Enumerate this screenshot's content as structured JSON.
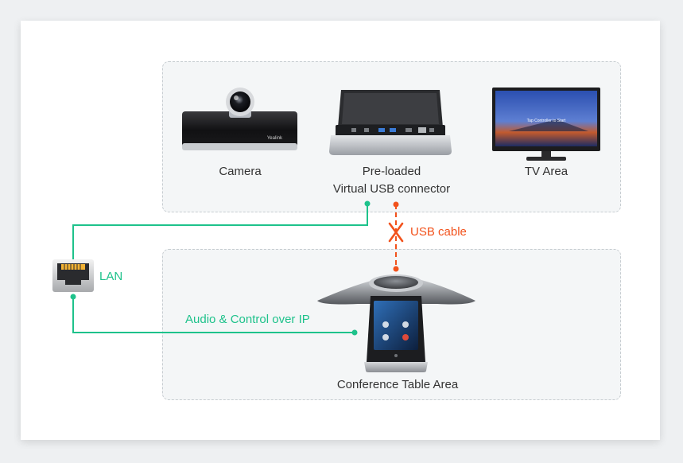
{
  "colors": {
    "lan_green": "#1ec28b",
    "usb_orange": "#f2521c",
    "zone_border": "#c7cdd1",
    "zone_fill": "#f4f6f7",
    "text": "#333333"
  },
  "room_zone": {
    "camera_label": "Camera",
    "connector_label_line1": "Pre-loaded",
    "connector_label_line2": "Virtual USB  connector",
    "tv_label": "TV Area",
    "camera_brand": "Yealink",
    "tv_screen_text": "Tap Controller to Start"
  },
  "table_zone": {
    "label": "Conference Table Area"
  },
  "links": {
    "usb_label": "USB cable",
    "lan_label": "LAN",
    "audio_label": "Audio & Control over IP"
  },
  "icons": {
    "camera": "camera-icon",
    "connector": "usb-connector-dock-icon",
    "tv": "tv-icon",
    "lan": "ethernet-port-icon",
    "phone": "conference-phone-icon",
    "cross": "cross-mark-icon"
  }
}
